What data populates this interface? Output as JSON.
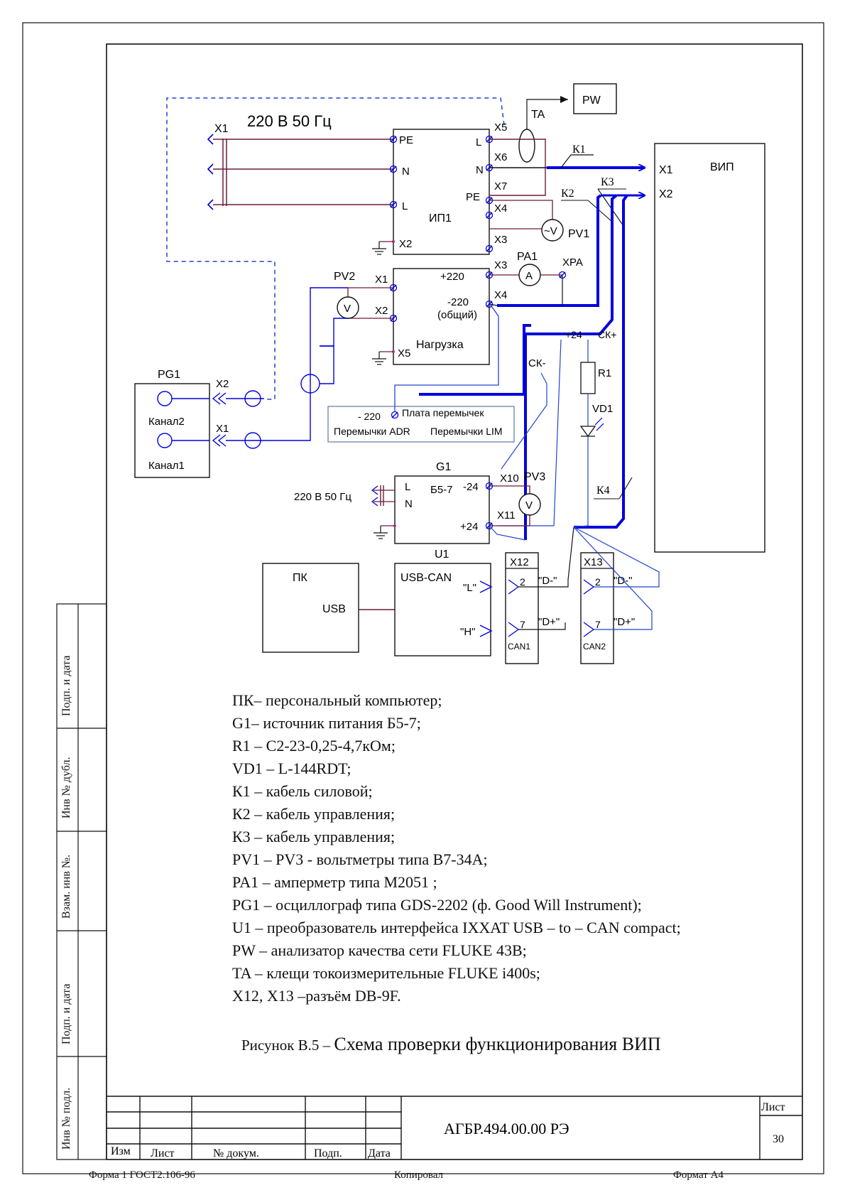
{
  "diagram": {
    "mains_label": "220 В 50 Гц",
    "x1": "X1",
    "x2": "X2",
    "x3": "X3",
    "x4": "X4",
    "x5": "X5",
    "x6": "X6",
    "x7": "X7",
    "x10": "X10",
    "x11": "X11",
    "x12": "X12",
    "x13": "X13",
    "pe": "PE",
    "n": "N",
    "l": "L",
    "ip1": "ИП1",
    "pw": "PW",
    "ta": "TA",
    "k1": "К1",
    "k2": "К2",
    "k3": "К3",
    "k4": "К4",
    "vip": "ВИП",
    "pv1": "PV1",
    "pv2": "PV2",
    "pv3": "PV3",
    "pa1": "PA1",
    "xpa": "XPA",
    "volt_ac": "~V",
    "volt": "V",
    "amp": "A",
    "plus220": "+220",
    "minus220": "-220",
    "common": "(общий)",
    "load": "Нагрузка",
    "pg1": "PG1",
    "channel2": "Канал2",
    "channel1": "Канал1",
    "plus24": "+24",
    "minus24": "-24",
    "sk_plus": "СК+",
    "sk_minus": "СК-",
    "r1": "R1",
    "vd1": "VD1",
    "board_title": "Плата перемычек",
    "board_minus220": "- 220",
    "board_adr": "Перемычки ADR",
    "board_lim": "Перемычки LIM",
    "g1": "G1",
    "b57": "Б5-7",
    "g1_mains": "220 В 50 Гц",
    "u1": "U1",
    "usb_can": "USB-CAN",
    "usb": "USB",
    "pc": "ПК",
    "can_l": "\"L\"",
    "can_h": "\"H\"",
    "pin2": "2",
    "pin7": "7",
    "d_minus": "\"D-\"",
    "d_plus": "\"D+\"",
    "can1": "CAN1",
    "can2": "CAN2"
  },
  "legend": [
    "ПК– персональный компьютер;",
    "G1– источник питания Б5-7;",
    "R1 – С2-23-0,25-4,7кОм;",
    "VD1 – L-144RDT;",
    "К1 – кабель силовой;",
    "К2 – кабель управления;",
    "К3 – кабель управления;",
    "PV1 – PV3 - вольтметры типа В7-34А;",
    "PA1  – амперметр  типа М2051 ;",
    "PG1 – осциллограф типа GDS-2202 (ф. Good Will Instrument);",
    "U1  – преобразователь интерфейса IXXAT USB – to – CAN compact;",
    "PW – анализатор качества сети FLUKE  43B;",
    "TA – клещи токоизмерительные FLUKE  i400s;",
    "X12, X13 –разъём DB-9F."
  ],
  "caption": {
    "prefix": "Рисунок В.5 – ",
    "title": "Схема проверки функционирования ВИП"
  },
  "side_columns": [
    "Подп. и дата",
    "Инв № дубл.",
    "Взам. инв №.",
    "Подп. и дата",
    "Инв № подл."
  ],
  "title_block": {
    "izm": "Изм",
    "list": "Лист",
    "doc_no": "№ докум.",
    "sign": "Подп.",
    "date": "Дата",
    "designation": "АГБР.494.00.00 РЭ",
    "sheet_label": "Лист",
    "sheet_number": "30"
  },
  "footer": {
    "form": "Форма 1 ГОСТ2.106-96",
    "copied": "Копировал",
    "format": "Формат А4"
  },
  "colors": {
    "wire_dark": "#6b1c3a",
    "wire_blue": "#0000dd",
    "wire_light": "#2244cc",
    "board_border": "#5a7aa0"
  }
}
